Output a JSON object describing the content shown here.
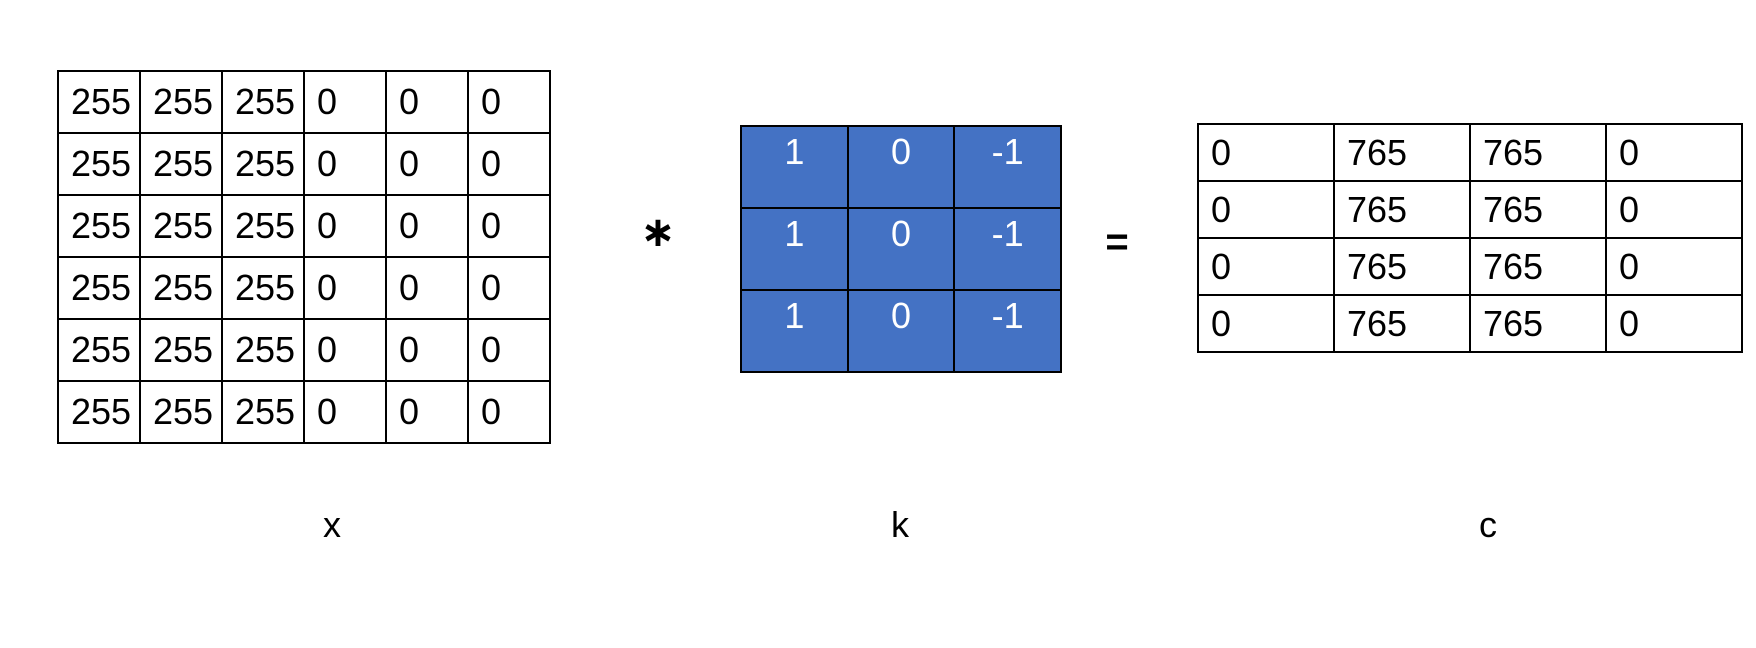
{
  "input_matrix": {
    "label": "x",
    "rows": [
      [
        "255",
        "255",
        "255",
        "0",
        "0",
        "0"
      ],
      [
        "255",
        "255",
        "255",
        "0",
        "0",
        "0"
      ],
      [
        "255",
        "255",
        "255",
        "0",
        "0",
        "0"
      ],
      [
        "255",
        "255",
        "255",
        "0",
        "0",
        "0"
      ],
      [
        "255",
        "255",
        "255",
        "0",
        "0",
        "0"
      ],
      [
        "255",
        "255",
        "255",
        "0",
        "0",
        "0"
      ]
    ]
  },
  "kernel": {
    "label": "k",
    "rows": [
      [
        "1",
        "0",
        "-1"
      ],
      [
        "1",
        "0",
        "-1"
      ],
      [
        "1",
        "0",
        "-1"
      ]
    ],
    "cell_color": "#4472C4",
    "text_color": "#FFFFFF",
    "border_color": "#000000"
  },
  "output_matrix": {
    "label": "c",
    "rows": [
      [
        "0",
        "765",
        "765",
        "0"
      ],
      [
        "0",
        "765",
        "765",
        "0"
      ],
      [
        "0",
        "765",
        "765",
        "0"
      ],
      [
        "0",
        "765",
        "765",
        "0"
      ]
    ]
  },
  "operators": {
    "convolve": "∗",
    "equals": "="
  }
}
